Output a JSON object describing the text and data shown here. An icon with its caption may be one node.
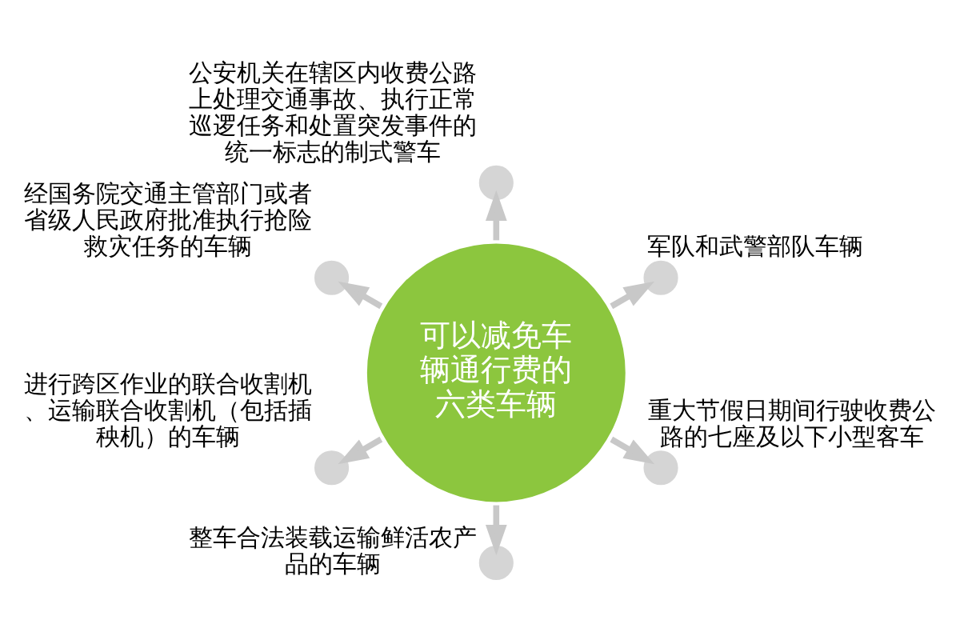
{
  "diagram": {
    "nodes": [
      {
        "text": [
          "可以减免车辆通行费的六类车辆"
        ]
      },
      {
        "text": [],
        "shape": "circle",
        "beside": [
          "军队和武警部队车辆"
        ]
      },
      {
        "text": [],
        "shape": "circle",
        "beside": [
          "公安机关在辖区内收费公路上处理交通事故、执行正常巡逻任务和处置突发事件的统一标志的制式警车"
        ]
      },
      {
        "text": [],
        "shape": "circle",
        "beside": [
          "经国务院交通主管部门或者省级人民政府批准执行抢险救灾任务的车辆"
        ]
      },
      {
        "text": [],
        "shape": "circle",
        "beside": [
          "进行跨区作业的联合收割机、运输联合收割机（包括插秧机）的车辆"
        ]
      },
      {
        "text": [],
        "shape": "circle",
        "beside": [
          "整车合法装载运输鲜活农产品的车辆"
        ]
      },
      {
        "text": [],
        "shape": "circle",
        "beside": [
          "重大节假日期间行驶收费公路的七座及以下小型客车"
        ]
      }
    ],
    "edges": [
      {
        "from": 0,
        "to": 1,
        "arrow": "to"
      },
      {
        "from": 0,
        "to": 2,
        "arrow": "to"
      },
      {
        "from": 0,
        "to": 3,
        "arrow": "to"
      },
      {
        "from": 0,
        "to": 4,
        "arrow": "to"
      },
      {
        "from": 0,
        "to": 5,
        "arrow": "to"
      },
      {
        "from": 0,
        "to": 6,
        "arrow": "to"
      }
    ]
  }
}
